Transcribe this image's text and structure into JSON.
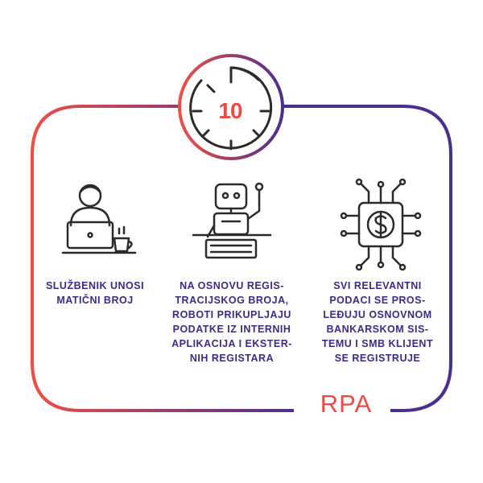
{
  "colors": {
    "gradient_start": "#f04e45",
    "gradient_end": "#4b2f8f",
    "text": "#3d2a86",
    "accent": "#ef4a42",
    "icon": "#2b2b2b"
  },
  "timer": {
    "value": "10",
    "icon": "stopwatch-icon"
  },
  "steps": [
    {
      "icon": "person-laptop-icon",
      "text": "SLUŽBENIK UNOSI\nMATIČNI BROJ"
    },
    {
      "icon": "robot-keyboard-icon",
      "text": "NA OSNOVU REGIS-\nTRACIJSKOG BROJA,\nROBOTI PRIKUPLJAJU\nPODATKE IZ INTERNIH\nAPLIKACIJA I EKSTER-\nNIH REGISTARA"
    },
    {
      "icon": "dollar-circuit-icon",
      "text": "SVI RELEVANTNI\nPODACI SE PROS-\nLEĐUJU OSNOVNOM\nBANKARSKOM SIS-\nTEMU I SMB KLIJENT\nSE REGISTRUJE"
    }
  ],
  "brand": {
    "label": "RPA"
  }
}
